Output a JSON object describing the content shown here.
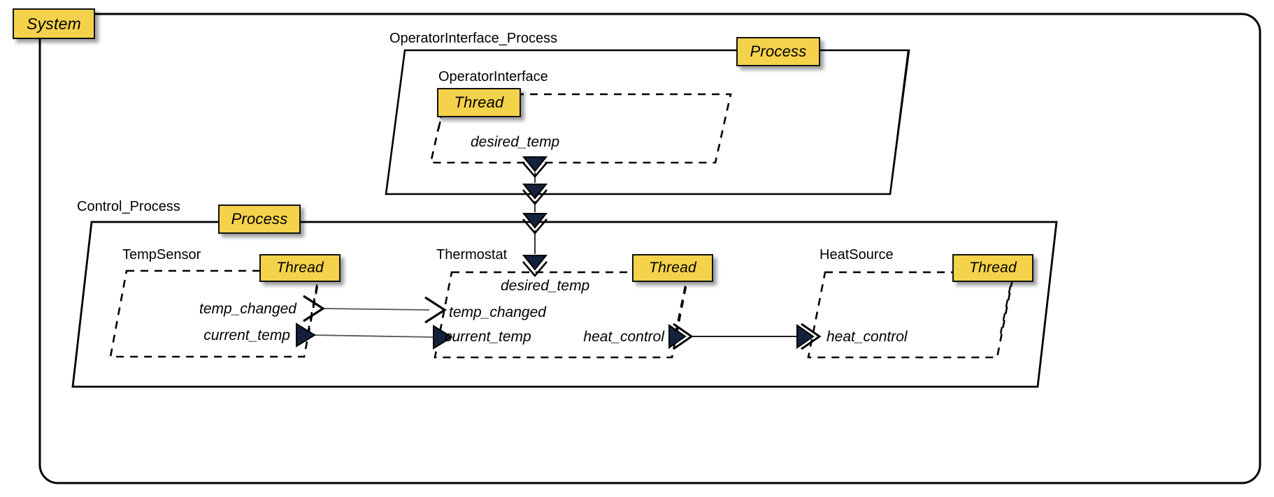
{
  "diagram": {
    "kind": "aadl-architecture-diagram",
    "title_label": "System",
    "accent_color": "#F5D24B",
    "line_color": "#000000",
    "background": "#FFFFFF"
  },
  "stereotypes": {
    "system": "System",
    "process": "Process",
    "thread": "Thread"
  },
  "components": {
    "system": {
      "stereotype": "System",
      "shape": "rounded-rectangle"
    },
    "operator_interface_process": {
      "name": "OperatorInterface_Process",
      "stereotype": "Process",
      "shape": "parallelogram-solid"
    },
    "operator_interface": {
      "name": "OperatorInterface",
      "stereotype": "Thread",
      "shape": "parallelogram-dashed",
      "features": [
        {
          "name": "desired_temp",
          "direction": "out",
          "kind": "event-data-port"
        }
      ]
    },
    "control_process": {
      "name": "Control_Process",
      "stereotype": "Process",
      "shape": "parallelogram-solid"
    },
    "temp_sensor": {
      "name": "TempSensor",
      "stereotype": "Thread",
      "shape": "parallelogram-dashed",
      "features": [
        {
          "name": "temp_changed",
          "direction": "out",
          "kind": "event-port"
        },
        {
          "name": "current_temp",
          "direction": "out",
          "kind": "data-port"
        }
      ]
    },
    "thermostat": {
      "name": "Thermostat",
      "stereotype": "Thread",
      "shape": "parallelogram-dashed",
      "features": [
        {
          "name": "desired_temp",
          "direction": "in",
          "kind": "event-data-port"
        },
        {
          "name": "temp_changed",
          "direction": "in",
          "kind": "event-port"
        },
        {
          "name": "current_temp",
          "direction": "in",
          "kind": "data-port"
        },
        {
          "name": "heat_control",
          "direction": "out",
          "kind": "event-data-port"
        }
      ]
    },
    "heat_source": {
      "name": "HeatSource",
      "stereotype": "Thread",
      "shape": "parallelogram-dashed",
      "features": [
        {
          "name": "heat_control",
          "direction": "in",
          "kind": "event-data-port"
        }
      ]
    }
  },
  "connections": [
    {
      "from": "OperatorInterface.desired_temp",
      "to": "Thermostat.desired_temp",
      "kind": "event-data"
    },
    {
      "from": "TempSensor.temp_changed",
      "to": "Thermostat.temp_changed",
      "kind": "event"
    },
    {
      "from": "TempSensor.current_temp",
      "to": "Thermostat.current_temp",
      "kind": "data"
    },
    {
      "from": "Thermostat.heat_control",
      "to": "HeatSource.heat_control",
      "kind": "event-data"
    }
  ],
  "labels": {
    "system_chip": "System",
    "oi_process_name": "OperatorInterface_Process",
    "oi_process_chip": "Process",
    "oi_name": "OperatorInterface",
    "oi_chip": "Thread",
    "oi_desired_temp": "desired_temp",
    "control_process_name": "Control_Process",
    "control_process_chip": "Process",
    "temp_sensor_name": "TempSensor",
    "temp_sensor_chip": "Thread",
    "ts_temp_changed": "temp_changed",
    "ts_current_temp": "current_temp",
    "thermostat_name": "Thermostat",
    "thermostat_chip": "Thread",
    "th_desired_temp": "desired_temp",
    "th_temp_changed": "temp_changed",
    "th_current_temp": "current_temp",
    "th_heat_control": "heat_control",
    "heat_source_name": "HeatSource",
    "heat_source_chip": "Thread",
    "hs_heat_control": "heat_control"
  }
}
